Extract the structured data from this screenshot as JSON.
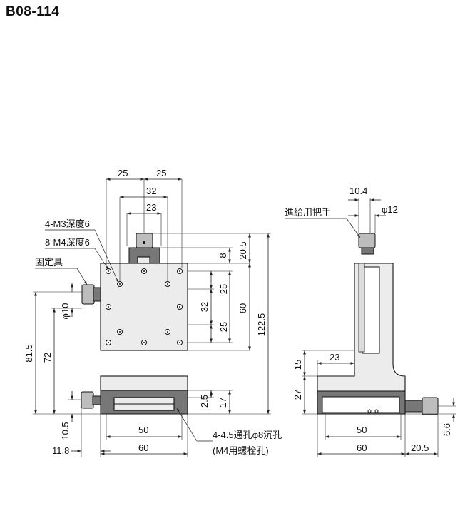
{
  "title": "B08-114",
  "front_view": {
    "dims_top": [
      "25",
      "25",
      "32",
      "23"
    ],
    "dims_right": [
      "20.5",
      "8",
      "25",
      "32",
      "25",
      "60",
      "122.5",
      "2.5",
      "17"
    ],
    "dims_left": [
      "φ10",
      "81.5",
      "72",
      "10.5",
      "11.8"
    ],
    "dims_bottom": [
      "50",
      "60"
    ],
    "labels": [
      "4-M3深度6",
      "8-M4深度6",
      "固定具"
    ],
    "hole_note": [
      "4-4.5通孔φ8沉孔",
      "(M4用螺栓孔)"
    ]
  },
  "side_view": {
    "dims_top": [
      "10.4",
      "φ12"
    ],
    "label": "進給用把手",
    "dims_left": [
      "23",
      "15",
      "27"
    ],
    "dims_right": [
      "6.6"
    ],
    "dims_bottom": [
      "50",
      "60",
      "20.5"
    ]
  }
}
